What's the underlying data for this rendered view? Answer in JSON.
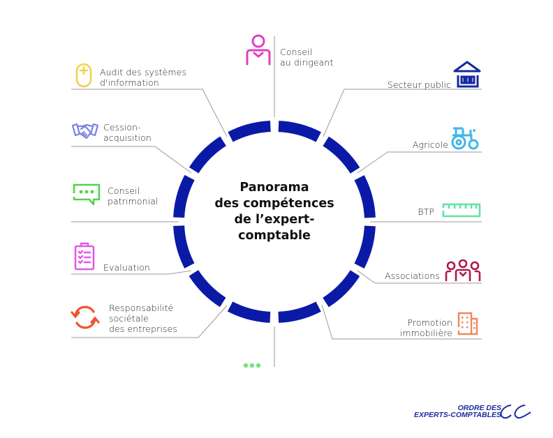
{
  "diagram": {
    "title_lines": [
      "Panorama",
      "des compétences",
      "de l’expert-comptable"
    ],
    "ring_color": "#0b1aa6",
    "line_color": "#9a9a9a",
    "items": [
      {
        "id": "conseil-dirigeant",
        "lines": [
          "Conseil",
          "au dirigeant"
        ],
        "icon": "person-icon",
        "color": "#e23fbf"
      },
      {
        "id": "secteur-public",
        "lines": [
          "Secteur public"
        ],
        "icon": "public-building-icon",
        "color": "#1428a0"
      },
      {
        "id": "agricole",
        "lines": [
          "Agricole"
        ],
        "icon": "tractor-icon",
        "color": "#3fb6ea"
      },
      {
        "id": "btp",
        "lines": [
          "BTP"
        ],
        "icon": "ruler-icon",
        "color": "#5fe3a1"
      },
      {
        "id": "associations",
        "lines": [
          "Associations"
        ],
        "icon": "group-icon",
        "color": "#b0174a"
      },
      {
        "id": "promotion-immobiliere",
        "lines": [
          "Promotion",
          "immobilière"
        ],
        "icon": "buildings-icon",
        "color": "#f0875a"
      },
      {
        "id": "autres",
        "lines": [],
        "icon": "more-dots-icon",
        "color": "#7be37b"
      },
      {
        "id": "rse",
        "lines": [
          "Responsabilité",
          "sociétale",
          "des entreprises"
        ],
        "icon": "cycle-arrows-icon",
        "color": "#f0542d"
      },
      {
        "id": "evaluation",
        "lines": [
          "Evaluation"
        ],
        "icon": "clipboard-checklist-icon",
        "color": "#e05be6"
      },
      {
        "id": "conseil-patrimonial",
        "lines": [
          "Conseil",
          "patrimonial"
        ],
        "icon": "chat-bubble-icon",
        "color": "#55d14a"
      },
      {
        "id": "cession-acquisition",
        "lines": [
          "Cession-",
          "acquisition"
        ],
        "icon": "handshake-icon",
        "color": "#7b7fe0"
      },
      {
        "id": "audit-si",
        "lines": [
          "Audit des systèmes",
          "d'information"
        ],
        "icon": "mouse-icon",
        "color": "#f2d24a"
      }
    ]
  },
  "logo": {
    "line1": "ORDRE DES",
    "line2": "EXPERTS-COMPTABLES",
    "color": "#1a2b9e"
  }
}
